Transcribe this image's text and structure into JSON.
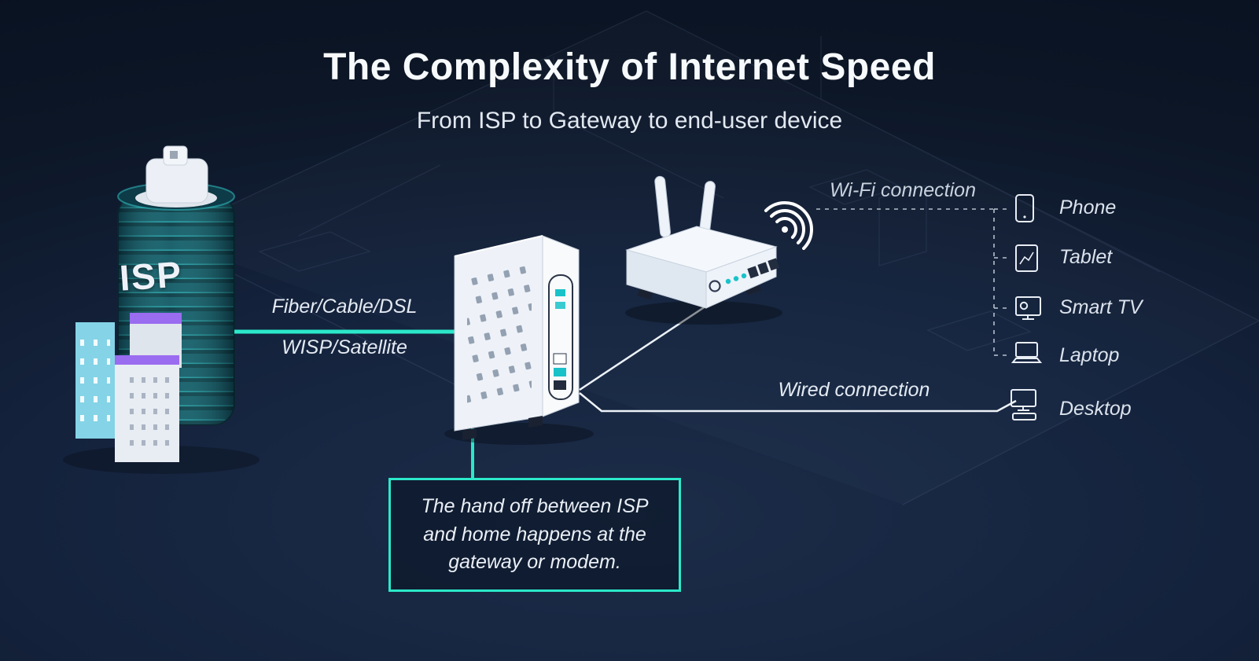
{
  "title": "The Complexity of Internet Speed",
  "subtitle": "From ISP to Gateway to end-user device",
  "isp_building": {
    "label": "ISP"
  },
  "links": {
    "fiber_label": "Fiber/Cable/DSL",
    "satellite_label": "WISP/Satellite",
    "wifi_label": "Wi-Fi connection",
    "wired_label": "Wired connection"
  },
  "devices": [
    {
      "label": "Phone"
    },
    {
      "label": "Tablet"
    },
    {
      "label": "Smart TV"
    },
    {
      "label": "Laptop"
    },
    {
      "label": "Desktop"
    }
  ],
  "callout": {
    "text": "The hand off between ISP and home happens at the gateway or modem."
  },
  "colors": {
    "background": "#0c1626",
    "accent": "#2be8c9",
    "text_primary": "#f7fafc",
    "text_muted": "#c9d2de",
    "isp_teal": "#14505d",
    "purple": "#9a6cf0",
    "light_blue": "#85d3e6"
  }
}
